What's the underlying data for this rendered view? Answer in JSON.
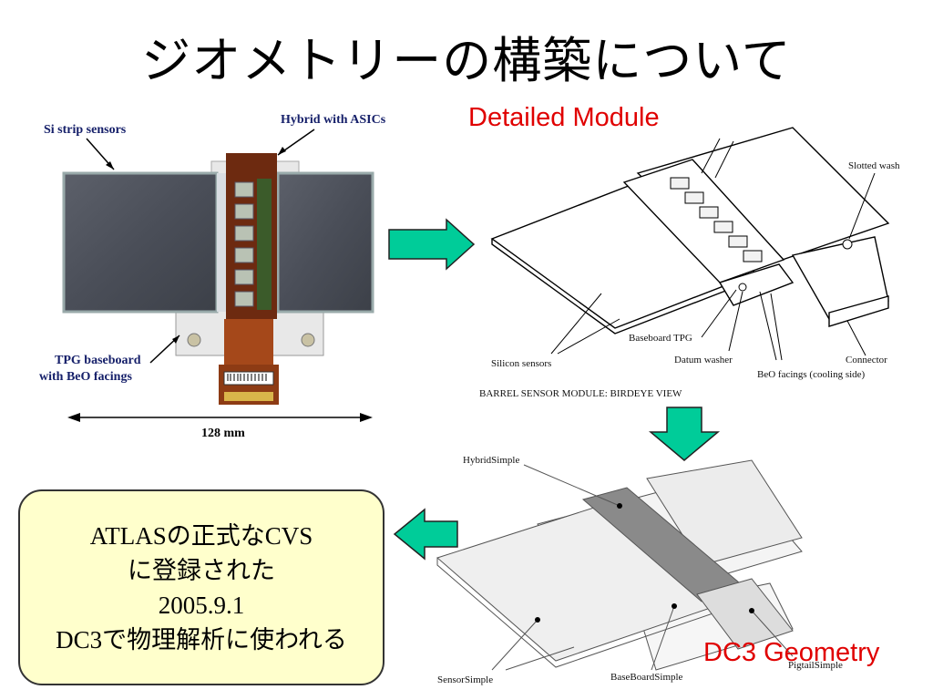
{
  "title": "ジオメトリーの構築について",
  "photo": {
    "label_sensors": "Si strip sensors",
    "label_hybrid": "Hybrid with ASICs",
    "label_tpg_line1": "TPG baseboard",
    "label_tpg_line2": "with BeO facings",
    "label_width": "128 mm"
  },
  "detailed": {
    "heading": "Detailed Module",
    "label_slotted": "Slotted wash",
    "label_baseboard": "Baseboard TPG",
    "label_silicon": "Silicon sensors",
    "label_datum": "Datum washer",
    "label_connector": "Connector",
    "label_beo": "BeO facings (cooling side)",
    "caption": "BARREL SENSOR MODULE: BIRDEYE VIEW"
  },
  "dc3": {
    "heading": "DC3 Geometry",
    "label_hybrid": "HybridSimple",
    "label_sensor": "SensorSimple",
    "label_baseboard": "BaseBoardSimple",
    "label_pigtail": "PigtailSimple"
  },
  "callout": {
    "line1": "ATLASの正式なCVS",
    "line2": "に登録された",
    "line3": "2005.9.1",
    "line4": "DC3で物理解析に使われる"
  },
  "colors": {
    "arrow_fill": "#00cc99",
    "heading_red": "#e00000",
    "callout_bg": "#ffffcc",
    "label_navy": "#16206a"
  }
}
